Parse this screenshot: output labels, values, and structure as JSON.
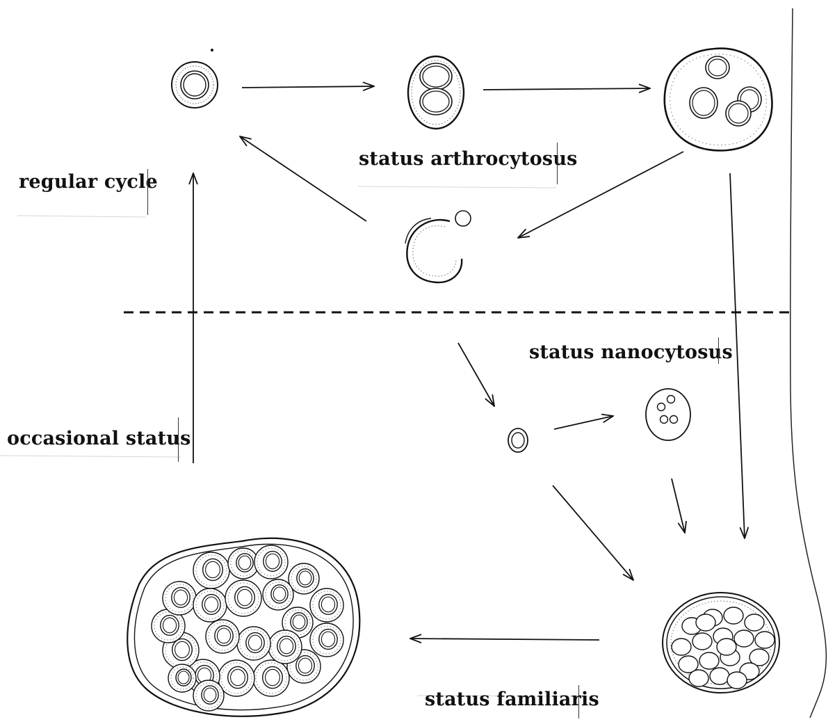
{
  "labels": {
    "regular_cycle": "regular cycle",
    "status_arthrocytosus": "status arthrocytosus",
    "status_nanocytosus": "status nanocytosus",
    "occasional_status": "occasional status",
    "status_familiaris": "status familiaris"
  },
  "colors": {
    "ink": "#111111",
    "background": "#ffffff"
  }
}
